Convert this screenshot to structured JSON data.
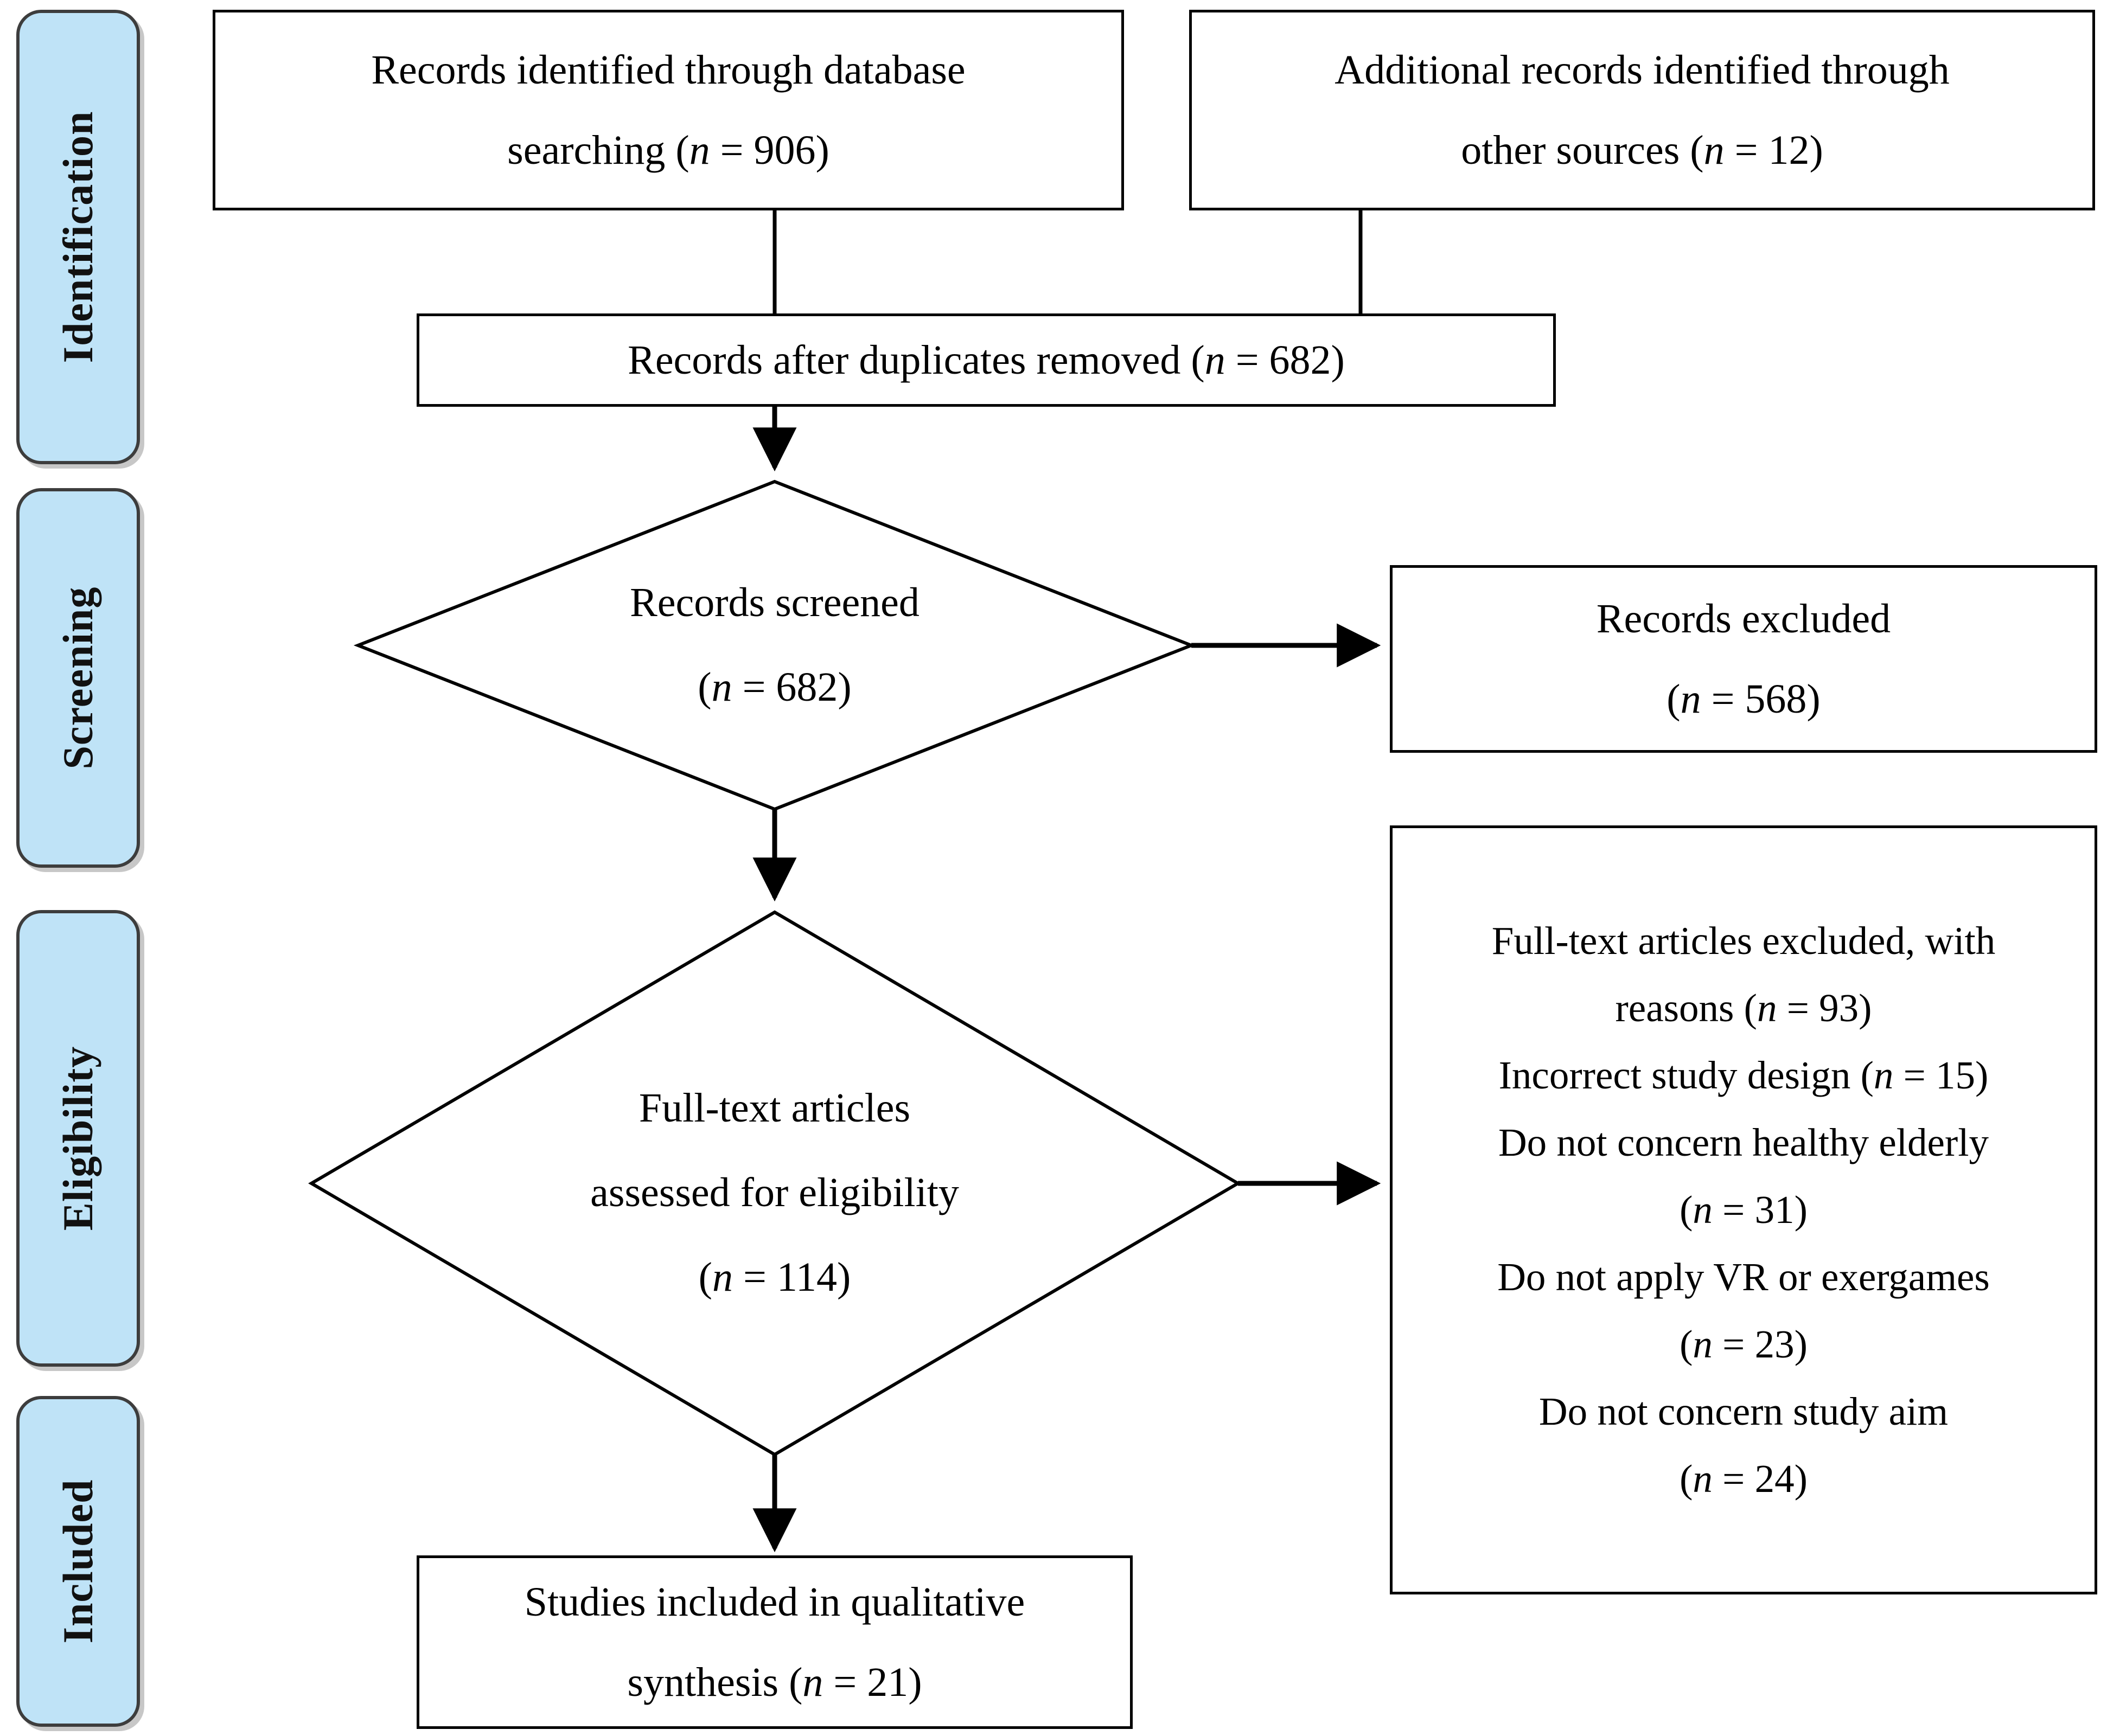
{
  "figure": {
    "type": "prisma-flow-diagram",
    "accent_color": "#bfe3f7",
    "stroke_color": "#000000"
  },
  "stages": [
    {
      "label": "Identification"
    },
    {
      "label": "Screening"
    },
    {
      "label": "Eligibility"
    },
    {
      "label": "Included"
    }
  ],
  "nodes": {
    "db_search": {
      "shape": "rect",
      "line1": "Records identified through database",
      "line2": "searching (n = 906)",
      "n": 906
    },
    "other_sources": {
      "shape": "rect",
      "line1": "Additional records identified through",
      "line2": "other sources (n = 12)",
      "n": 12
    },
    "after_duplicates": {
      "shape": "rect",
      "line1": "Records after duplicates removed (n = 682)",
      "n": 682
    },
    "records_screened": {
      "shape": "diamond",
      "line1": "Records screened",
      "line2": "(n = 682)",
      "n": 682
    },
    "records_excluded": {
      "shape": "rect",
      "line1": "Records excluded",
      "line2": "(n = 568)",
      "n": 568
    },
    "fulltext_assessed": {
      "shape": "diamond",
      "line1": "Full-text articles",
      "line2": "assessed for eligibility",
      "line3": "(n = 114)",
      "n": 114
    },
    "fulltext_excluded": {
      "shape": "rect",
      "lines": [
        "Full-text articles excluded, with",
        "reasons (n = 93)",
        "Incorrect study design (n = 15)",
        "Do not concern healthy elderly",
        "(n = 31)",
        "Do not apply VR or exergames",
        "(n = 23)",
        "Do not concern study aim",
        "(n = 24)"
      ],
      "total_n": 93,
      "reasons": [
        {
          "label": "Incorrect study design",
          "n": 15
        },
        {
          "label": "Do not concern healthy elderly",
          "n": 31
        },
        {
          "label": "Do not apply VR or exergames",
          "n": 23
        },
        {
          "label": "Do not concern study aim",
          "n": 24
        }
      ]
    },
    "included_studies": {
      "shape": "rect",
      "line1": "Studies included in qualitative",
      "line2": "synthesis (n = 21)",
      "n": 21
    }
  }
}
